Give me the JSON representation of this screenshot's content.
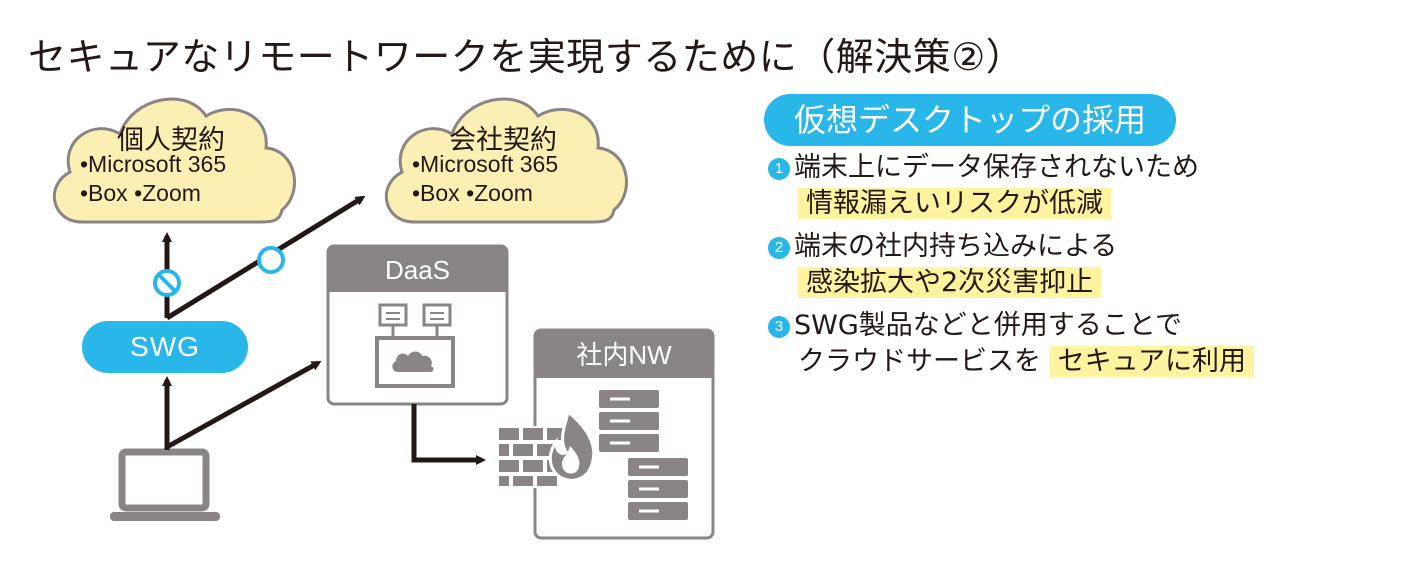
{
  "title": "セキュアなリモートワークを実現するために（解決策②）",
  "cloud_personal": {
    "title": "個人契約",
    "line1": "•Microsoft 365",
    "line2": "•Box •Zoom"
  },
  "cloud_company": {
    "title": "会社契約",
    "line1": "•Microsoft 365",
    "line2": "•Box •Zoom"
  },
  "swg": "SWG",
  "daas": "DaaS",
  "internal_nw": "社内NW",
  "heading": "仮想デスクトップの採用",
  "benefits": [
    {
      "num": "1",
      "line1": "端末上にデータ保存されないため",
      "highlight": "情報漏えいリスクが低減"
    },
    {
      "num": "2",
      "line1": "端末の社内持ち込みによる",
      "highlight": "感染拡大や2次災害抑止"
    },
    {
      "num": "3",
      "line1": "SWG製品などと併用することで",
      "line2_prefix": "クラウドサービスを",
      "highlight": "セキュアに利用"
    }
  ],
  "colors": {
    "accent": "#29b6e8",
    "cloud_fill": "#fbefb4",
    "box_gray": "#8a8584",
    "highlight": "#fff3a0",
    "dark": "#231815"
  }
}
